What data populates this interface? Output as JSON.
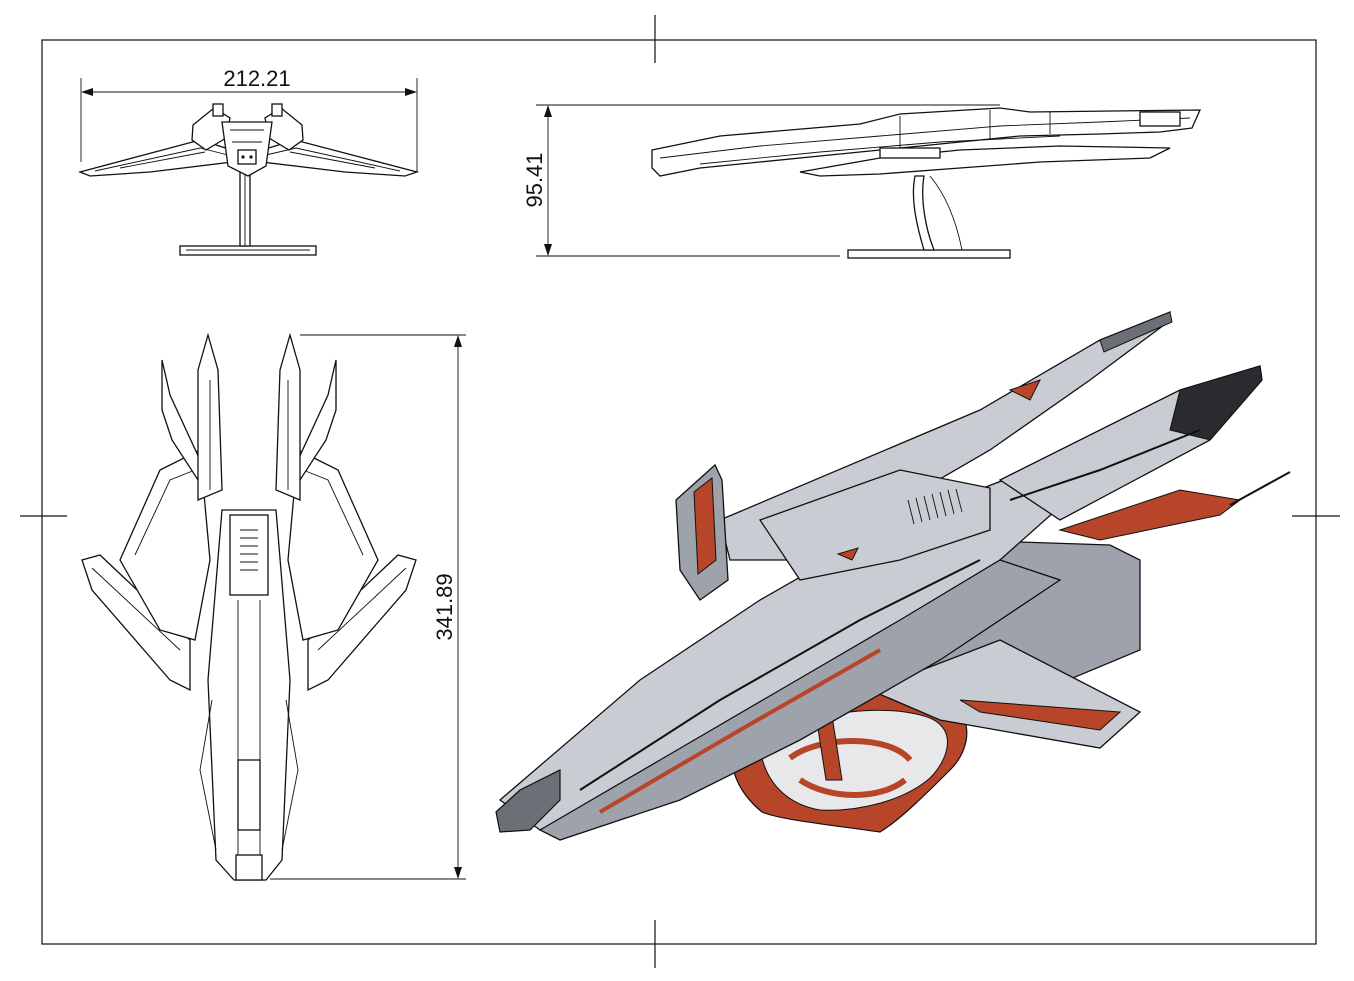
{
  "drawing": {
    "dimensions": {
      "front_width": "212.21",
      "side_height": "95.41",
      "top_length": "341.89"
    },
    "colors": {
      "hull_light": "#c9ccd3",
      "hull_mid": "#9ea2aa",
      "hull_dark": "#6b6f76",
      "accent_red": "#b7452a",
      "line": "#111111",
      "base_light": "#e8e8ea"
    }
  }
}
